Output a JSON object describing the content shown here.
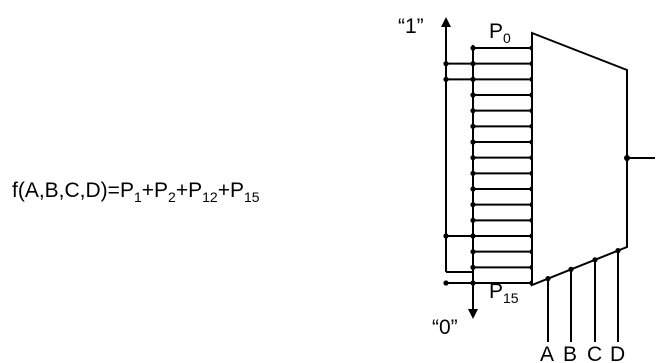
{
  "equation": {
    "lhs": "f(A,B,C,D)=",
    "terms": [
      {
        "letter": "P",
        "sub": "1"
      },
      {
        "letter": "P",
        "sub": "2"
      },
      {
        "letter": "P",
        "sub": "12"
      },
      {
        "letter": "P",
        "sub": "15"
      }
    ],
    "operator": "+"
  },
  "labels": {
    "one": "“1”",
    "zero": "“0”",
    "p_top": "P",
    "p_top_sub": "0",
    "p_bottom": "P",
    "p_bottom_sub": "15"
  },
  "mux": {
    "input_count": 16,
    "inputs_connected_to_one": [
      1,
      2,
      12,
      15
    ],
    "select_lines": [
      "A",
      "B",
      "C",
      "D"
    ]
  }
}
